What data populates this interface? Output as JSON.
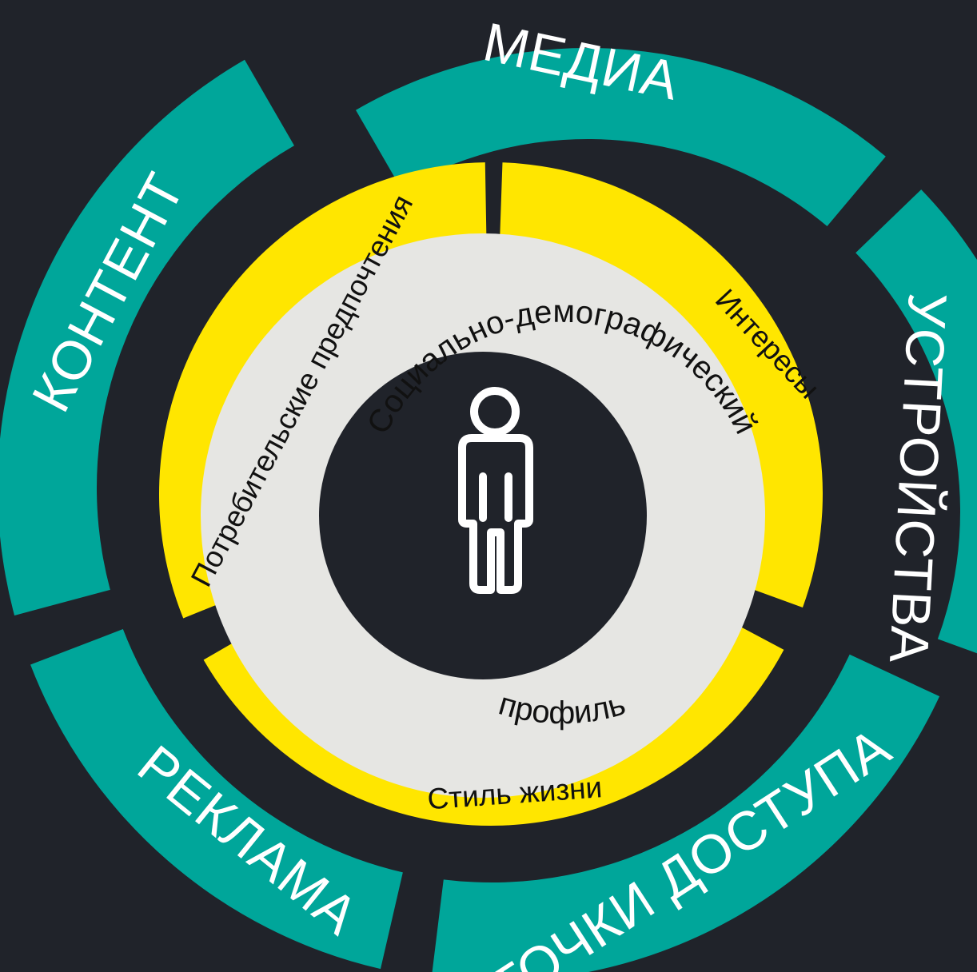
{
  "colors": {
    "background": "#20232a",
    "outer_ring": "#00a69a",
    "middle_ring": "#ffe600",
    "inner_ring": "#e6e6e3",
    "center_disc": "#20232a",
    "person_icon": "#ffffff"
  },
  "outer_ring": {
    "segments": [
      {
        "label": "МЕДИА"
      },
      {
        "label": "УСТРОЙСТВА"
      },
      {
        "label": "ТОЧКИ ДОСТУПА"
      },
      {
        "label": "РЕКЛАМА"
      },
      {
        "label": "КОНТЕНТ"
      }
    ]
  },
  "middle_ring": {
    "segments": [
      {
        "label": "Интересы"
      },
      {
        "label": "Стиль жизни"
      },
      {
        "label": "Потребительские предпочтения"
      }
    ]
  },
  "inner_ring": {
    "label_top": "Социально-демографический",
    "label_bottom": "профиль"
  },
  "center": {
    "icon": "person-icon"
  }
}
